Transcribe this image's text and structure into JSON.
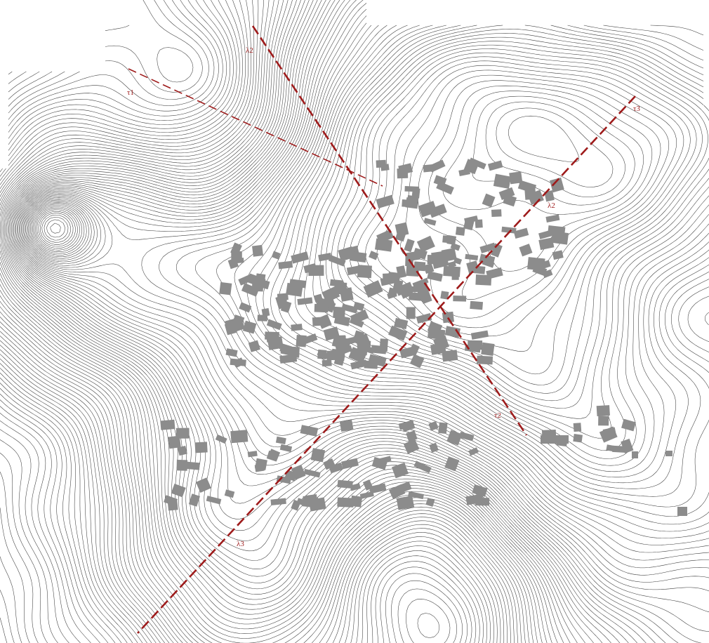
{
  "colors": {
    "background": "#ffffff",
    "contour": "#3a3a3a",
    "building": "#8c8c8c",
    "section_line": "#9e1b1b"
  },
  "sections": [
    {
      "id": "t1",
      "label": "τ1"
    },
    {
      "id": "t2-top",
      "label": "λ2"
    },
    {
      "id": "t2-bottom",
      "label": "τ2"
    },
    {
      "id": "t3-top",
      "label": "τ3"
    },
    {
      "id": "t3-mid",
      "label": "λ2"
    },
    {
      "id": "t3-bottom",
      "label": "λ3"
    }
  ]
}
